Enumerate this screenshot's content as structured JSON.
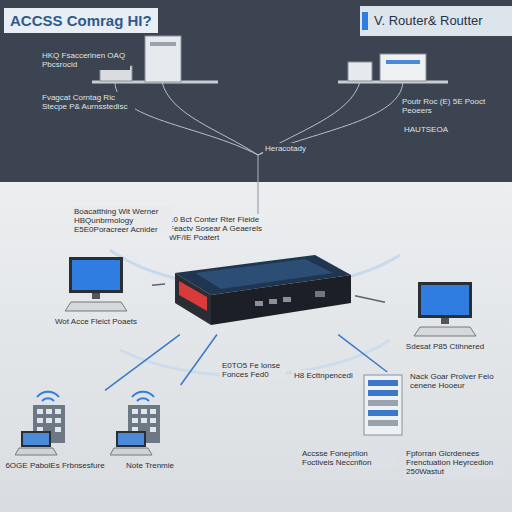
{
  "diagram": {
    "title": "ACCSS Comrag HI?",
    "nodes": [
      {
        "text": [
          "Wot Acce Fleict Poaets"
        ]
      },
      {
        "text": [
          "10 Bct Conter Rter Fleide Feactv Sosear A Geaerels WF/IE Poatert"
        ]
      },
      {
        "text": [
          "Sdesat P85 Ctihnered"
        ]
      },
      {
        "text": [
          "6OGE PabolEs Frbnsesfure"
        ]
      },
      {
        "text": [
          "Note Trenmie"
        ]
      },
      {
        "text": [
          "Nack Goar Prolver Feio cenene Hooeur"
        ]
      }
    ],
    "edges": [
      {
        "from": 1,
        "to": 0,
        "arrow": "none"
      },
      {
        "from": 1,
        "to": 2,
        "arrow": "none"
      },
      {
        "from": 1,
        "to": 3,
        "arrow": "none"
      },
      {
        "from": 1,
        "to": 4,
        "arrow": "none"
      },
      {
        "from": 1,
        "to": 5,
        "arrow": "none"
      }
    ],
    "labels": [
      "V. Router& Routter",
      "HKQ Fsaccerinen OAQ Pbcsrocid",
      "Fvagcat Corntag Ric Stecpe P& Aurnsstedisc",
      "Heracotady",
      "Poutr Roc (E) 5E Pooct Peoeers",
      "HAUTSEOA",
      "Boacatthing Wit Werner HBQunbrmology E5E0Poracreer Acnider",
      "E0TO5 Fe lonse Fonces Fed0",
      "H8 Ecttnpencedi",
      "Accsse Foneprlion Foctiveis Neccnfion",
      "Fpforran Gicrdenees Frenctuation Heyrcedion 250Wastut"
    ]
  }
}
